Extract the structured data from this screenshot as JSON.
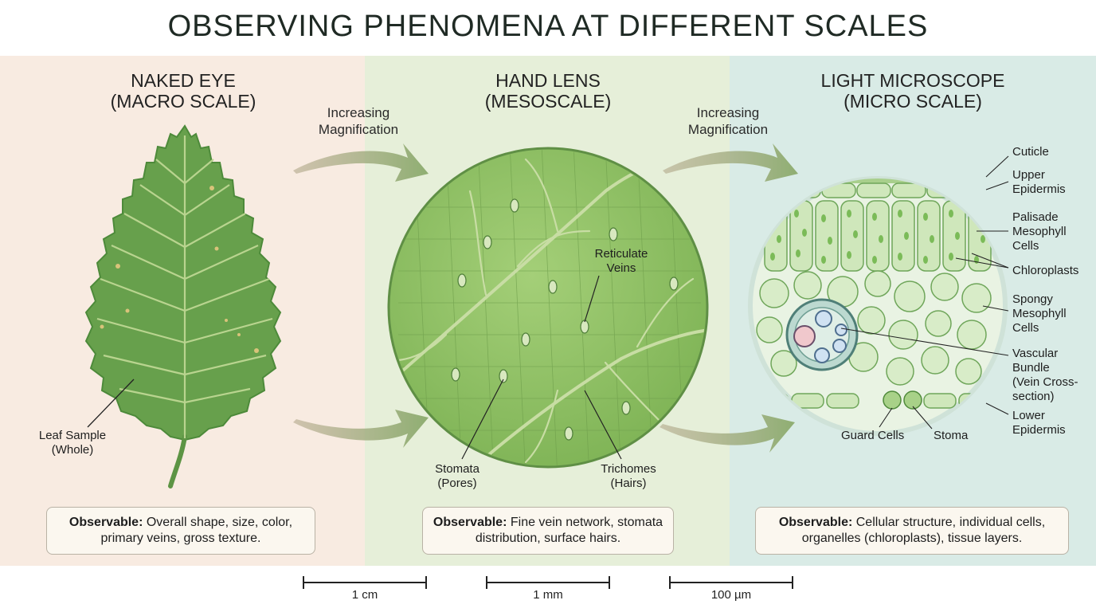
{
  "title": "OBSERVING PHENOMENA AT DIFFERENT SCALES",
  "panels": [
    {
      "title": "NAKED EYE",
      "subtitle": "(MACRO SCALE)",
      "bg": "#f8ebe1",
      "observable_label": "Observable:",
      "observable_text": "Overall shape, size, color, primary veins, gross texture."
    },
    {
      "title": "HAND LENS",
      "subtitle": "(MESOSCALE)",
      "bg": "#e6efd9",
      "observable_label": "Observable:",
      "observable_text": "Fine vein network, stomata distribution, surface hairs."
    },
    {
      "title": "LIGHT MICROSCOPE",
      "subtitle": "(MICRO SCALE)",
      "bg": "#d9ebe6",
      "observable_label": "Observable:",
      "observable_text": "Cellular structure, individual cells, organelles (chloroplasts), tissue layers."
    }
  ],
  "arrows": {
    "label_line1": "Increasing",
    "label_line2": "Magnification"
  },
  "labels": {
    "leaf_sample": [
      "Leaf Sample",
      "(Whole)"
    ],
    "reticulate_veins": [
      "Reticulate",
      "Veins"
    ],
    "stomata": [
      "Stomata",
      "(Pores)"
    ],
    "trichomes": [
      "Trichomes",
      "(Hairs)"
    ],
    "cuticle": [
      "Cuticle"
    ],
    "upper_epidermis": [
      "Upper",
      "Epidermis"
    ],
    "palisade": [
      "Palisade",
      "Mesophyll",
      "Cells"
    ],
    "chloroplasts": [
      "Chloroplasts"
    ],
    "spongy": [
      "Spongy",
      "Mesophyll",
      "Cells"
    ],
    "vascular": [
      "Vascular",
      "Bundle",
      "(Vein Cross-",
      "section)"
    ],
    "lower_epidermis": [
      "Lower",
      "Epidermis"
    ],
    "guard_cells": [
      "Guard Cells"
    ],
    "stoma": [
      "Stoma"
    ]
  },
  "scale_bars": [
    "1 cm",
    "1 mm",
    "100 µm"
  ],
  "colors": {
    "leaf": "#6aa14e",
    "leaf_dark": "#4d8a3a",
    "vein": "#c9dca7",
    "lens": "#8cbf5f",
    "cell_fill": "#c9e4b4",
    "cell_stroke": "#6fa65a",
    "chloroplast": "#7bbb58",
    "arrow": "#8aa870"
  }
}
